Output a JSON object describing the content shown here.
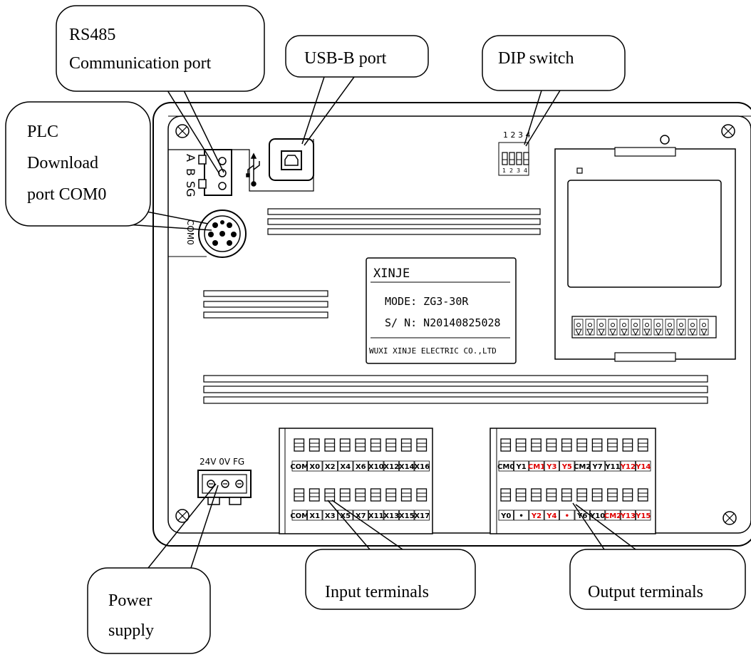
{
  "callouts": {
    "rs485": [
      "RS485",
      "Communication port"
    ],
    "usb": [
      "USB-B port"
    ],
    "dip": [
      "DIP switch"
    ],
    "plc": [
      "PLC",
      "Download",
      "port COM0"
    ],
    "power": [
      "Power",
      "supply"
    ],
    "input": [
      "Input terminals"
    ],
    "output": [
      "Output terminals"
    ]
  },
  "panel": {
    "rs485_pins": [
      "A",
      "B",
      "SG"
    ],
    "com0_label": "COM0",
    "dip_top_numbers": "1 2 3 4",
    "dip_bottom_numbers": [
      "1",
      "2",
      "3",
      "4"
    ],
    "power_label": "24V 0V FG"
  },
  "nameplate": {
    "brand": "XINJE",
    "model": "MODE: ZG3-30R",
    "serial": "S/ N: N20140825028",
    "company": "WUXI XINJE ELECTRIC CO.,LTD"
  },
  "terminals": {
    "input_row1": [
      "COM",
      "X0",
      "X2",
      "X4",
      "X6",
      "X10",
      "X12",
      "X14",
      "X16"
    ],
    "input_row2": [
      "COM",
      "X1",
      "X3",
      "X5",
      "X7",
      "X11",
      "X13",
      "X15",
      "X17"
    ],
    "output_row1": [
      "CM0",
      "Y1",
      "CM1",
      "Y3",
      "Y5",
      "CM2",
      "Y7",
      "Y11",
      "Y12",
      "Y14"
    ],
    "output_row1_red": [
      false,
      false,
      true,
      true,
      true,
      false,
      false,
      false,
      true,
      true
    ],
    "output_row2": [
      "Y0",
      "•",
      "Y2",
      "Y4",
      "•",
      "Y6",
      "Y10",
      "CM2",
      "Y13",
      "Y15"
    ],
    "output_row2_red": [
      false,
      false,
      true,
      true,
      true,
      false,
      false,
      true,
      true,
      true
    ]
  }
}
